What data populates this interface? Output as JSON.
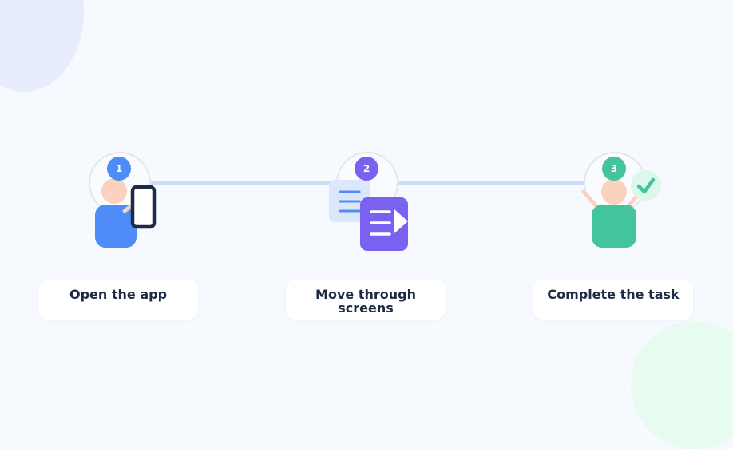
{
  "steps": [
    {
      "number": "1",
      "label": "Open the app",
      "color": "#4e8cf8",
      "icon": "person-with-phone-icon"
    },
    {
      "number": "2",
      "label": "Move through screens",
      "color": "#7a61f0",
      "icon": "document-forward-icon"
    },
    {
      "number": "3",
      "label": "Complete the task",
      "color": "#44c49d",
      "icon": "person-celebrating-icon"
    }
  ],
  "colors": {
    "background": "#f6f9fe",
    "connector": "#cfdcf6",
    "skin": "#fbd2bd",
    "phone": "#1d2a4a",
    "check_badge": "#dcf7ec",
    "check_mark": "#44c49d",
    "doc_back": "#dbe7fb",
    "doc_back_lines": "#4e8cf8"
  }
}
